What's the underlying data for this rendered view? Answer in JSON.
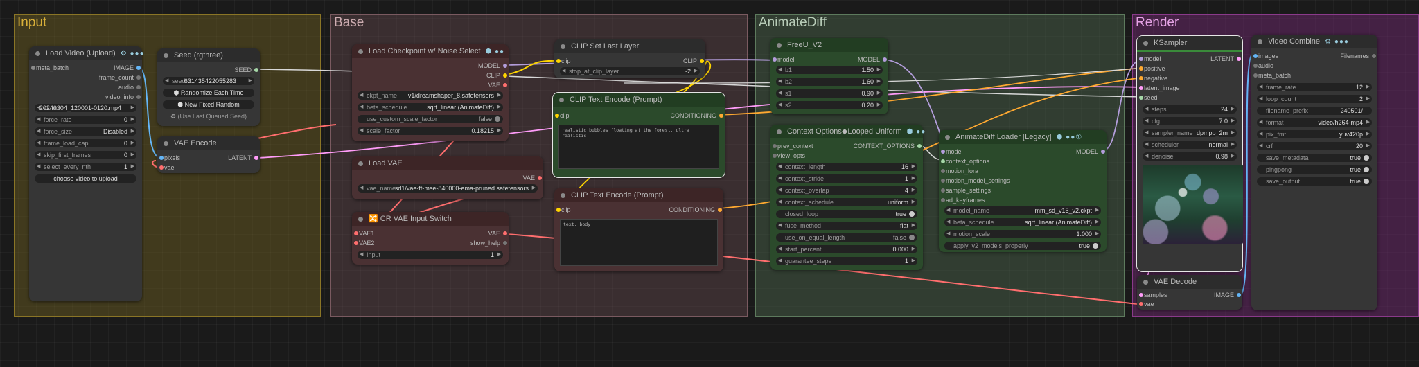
{
  "groups": {
    "input": "Input",
    "base": "Base",
    "animatediff": "AnimateDiff",
    "render": "Render"
  },
  "load_video": {
    "title": "Load Video (Upload)",
    "badge": "⚙ ●●●",
    "in": "meta_batch",
    "outs": [
      "IMAGE",
      "frame_count",
      "audio",
      "video_info"
    ],
    "video": "20240304_120001-0120.mp4",
    "video_lbl": "video",
    "force_rate_l": "force_rate",
    "force_rate": "0",
    "force_size_l": "force_size",
    "force_size": "Disabled",
    "frame_load_cap_l": "frame_load_cap",
    "frame_load_cap": "0",
    "skip_first_frames_l": "skip_first_frames",
    "skip_first_frames": "0",
    "select_every_nth_l": "select_every_nth",
    "select_every_nth": "1",
    "upload": "choose video to upload"
  },
  "seed": {
    "title": "Seed (rgthree)",
    "out": "SEED",
    "seed_l": "seed",
    "seed": "631435422055283",
    "b1": "⬢ Randomize Each Time",
    "b2": "⬢ New Fixed Random",
    "b3": "♻ (Use Last Queued Seed)"
  },
  "vae_encode": {
    "title": "VAE Encode",
    "in1": "pixels",
    "in2": "vae",
    "out": "LATENT"
  },
  "ckpt": {
    "title": "Load Checkpoint w/ Noise Select",
    "badge": "⬢ ●●",
    "outs": [
      "MODEL",
      "CLIP",
      "VAE"
    ],
    "ckpt_name_l": "ckpt_name",
    "ckpt_name": "v1/dreamshaper_8.safetensors",
    "beta_schedule_l": "beta_schedule",
    "beta_schedule": "sqrt_linear (AnimateDiff)",
    "use_custom_l": "use_custom_scale_factor",
    "use_custom": "false",
    "scale_factor_l": "scale_factor",
    "scale_factor": "0.18215"
  },
  "load_vae": {
    "title": "Load VAE",
    "out": "VAE",
    "vae_name_l": "vae_name",
    "vae_name": "sd1/vae-ft-mse-840000-ema-pruned.safetensors"
  },
  "cr_vae": {
    "title": "CR VAE Input Switch",
    "in1": "VAE1",
    "in2": "VAE2",
    "out1": "VAE",
    "out2": "show_help",
    "input_l": "Input",
    "input": "1"
  },
  "clip_last": {
    "title": "CLIP Set Last Layer",
    "in": "clip",
    "out": "CLIP",
    "stop_l": "stop_at_clip_layer",
    "stop": "-2"
  },
  "clip_pos": {
    "title": "CLIP Text Encode (Prompt)",
    "in": "clip",
    "out": "CONDITIONING",
    "text": "realistic bubbles floating at the forest, ultra realistic"
  },
  "clip_neg": {
    "title": "CLIP Text Encode (Prompt)",
    "in": "clip",
    "out": "CONDITIONING",
    "text": "text, body"
  },
  "freeu": {
    "title": "FreeU_V2",
    "in": "model",
    "out": "MODEL",
    "b1_l": "b1",
    "b1": "1.50",
    "b2_l": "b2",
    "b2": "1.60",
    "s1_l": "s1",
    "s1": "0.90",
    "s2_l": "s2",
    "s2": "0.20"
  },
  "ctx": {
    "title": "Context Options◆Looped Uniform",
    "badge": "⬢ ●●",
    "in1": "prev_context",
    "in2": "view_opts",
    "out": "CONTEXT_OPTIONS",
    "w": [
      [
        "context_length",
        "16"
      ],
      [
        "context_stride",
        "1"
      ],
      [
        "context_overlap",
        "4"
      ],
      [
        "context_schedule",
        "uniform"
      ],
      [
        "closed_loop",
        "true"
      ],
      [
        "fuse_method",
        "flat"
      ],
      [
        "use_on_equal_length",
        "false"
      ],
      [
        "start_percent",
        "0.000"
      ],
      [
        "guarantee_steps",
        "1"
      ]
    ]
  },
  "adloader": {
    "title": "AnimateDiff Loader [Legacy]",
    "badge": "⬢ ●●①",
    "ins": [
      "model",
      "context_options",
      "motion_lora",
      "motion_model_settings",
      "sample_settings",
      "ad_keyframes"
    ],
    "out": "MODEL",
    "model_name_l": "model_name",
    "model_name": "mm_sd_v15_v2.ckpt",
    "beta_l": "beta_schedule",
    "beta": "sqrt_linear (AnimateDiff)",
    "motion_scale_l": "motion_scale",
    "motion_scale": "1.000",
    "apply_l": "apply_v2_models_properly",
    "apply": "true"
  },
  "ksampler": {
    "title": "KSampler",
    "ins": [
      "model",
      "positive",
      "negative",
      "latent_image",
      "seed"
    ],
    "out": "LATENT",
    "w": [
      [
        "steps",
        "24"
      ],
      [
        "cfg",
        "7.0"
      ],
      [
        "sampler_name",
        "dpmpp_2m"
      ],
      [
        "scheduler",
        "normal"
      ],
      [
        "denoise",
        "0.98"
      ]
    ]
  },
  "vae_decode": {
    "title": "VAE Decode",
    "in1": "samples",
    "in2": "vae",
    "out": "IMAGE"
  },
  "video_combine": {
    "title": "Video Combine",
    "badge": "⚙ ●●●",
    "ins": [
      "images",
      "audio",
      "meta_batch"
    ],
    "out": "Filenames",
    "w": [
      [
        "frame_rate",
        "12"
      ],
      [
        "loop_count",
        "2"
      ],
      [
        "filename_prefix",
        "240501/"
      ],
      [
        "format",
        "video/h264-mp4"
      ],
      [
        "pix_fmt",
        "yuv420p"
      ],
      [
        "crf",
        "20"
      ]
    ],
    "t": [
      [
        "save_metadata",
        "true"
      ],
      [
        "pingpong",
        "true"
      ],
      [
        "save_output",
        "true"
      ]
    ]
  },
  "colors": {
    "model": "#b39ddb",
    "clip": "#ffd500",
    "vae": "#ff6e6e",
    "latent": "#ff9cf9",
    "image": "#64b5f6",
    "conditioning": "#ffa931",
    "int": "#a5d6a7"
  }
}
